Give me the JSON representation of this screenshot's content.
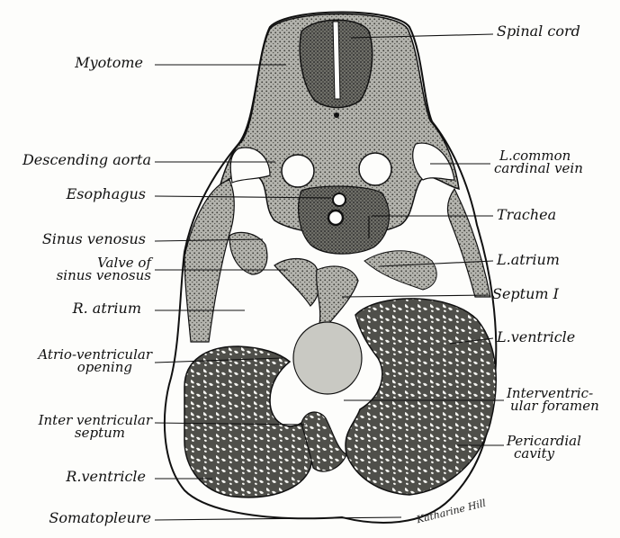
{
  "labels_left": {
    "myotome": "Myotome",
    "descending_aorta": "Descending aorta",
    "esophagus": "Esophagus",
    "sinus_venosus": "Sinus venosus",
    "valve_line1": "Valve of",
    "valve_line2": "sinus venosus",
    "r_atrium": "R. atrium",
    "av_line1": "Atrio-ventricular",
    "av_line2": "opening",
    "iv_septum_line1": "Inter ventricular",
    "iv_septum_line2": "septum",
    "r_ventricle": "R.ventricle",
    "somatopleure": "Somatopleure"
  },
  "labels_right": {
    "spinal_cord": "Spinal cord",
    "lccv_line1": "L.common",
    "lccv_line2": "cardinal vein",
    "trachea": "Trachea",
    "l_atrium": "L.atrium",
    "septum_1": "Septum I",
    "l_ventricle": "L.ventricle",
    "ivf_line1": "Interventric-",
    "ivf_line2": "ular foramen",
    "pc_line1": "Pericardial",
    "pc_line2": "cavity"
  },
  "signature": "Katharine Hill",
  "colors": {
    "ink": "#111111",
    "tissue": "#9a9a94",
    "tissue_dark": "#5a5a55",
    "paper": "#fdfdfb"
  }
}
